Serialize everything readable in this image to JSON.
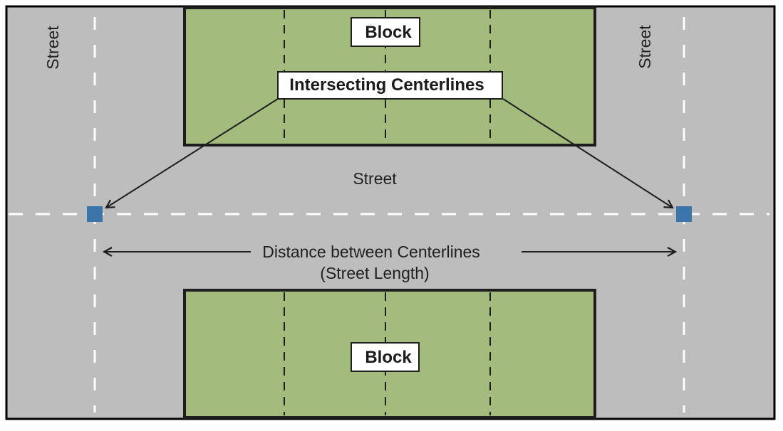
{
  "diagram": {
    "title": "Street length measured between intersecting centerlines",
    "colors": {
      "street": "#bdbdbd",
      "block": "#a3bc7e",
      "block_border": "#1e1e1e",
      "frame": "#000000",
      "centerline_street": "#ffffff",
      "centerline_block": "#1e1e1e",
      "intersection_marker": "#3a74a8",
      "label_box": "#ffffff",
      "arrow": "#1e1e1e"
    },
    "labels": {
      "street_left": "Street",
      "street_right": "Street",
      "street_middle": "Street",
      "block_top": "Block",
      "block_bottom": "Block",
      "intersecting_centerlines": "Intersecting Centerlines",
      "distance_line1": "Distance between Centerlines",
      "distance_line2": "(Street Length)"
    },
    "elements": {
      "blocks": [
        "top-block",
        "bottom-block"
      ],
      "intersection_markers": [
        "left-intersection",
        "right-intersection"
      ],
      "block_centerlines_per_block": 3
    }
  }
}
